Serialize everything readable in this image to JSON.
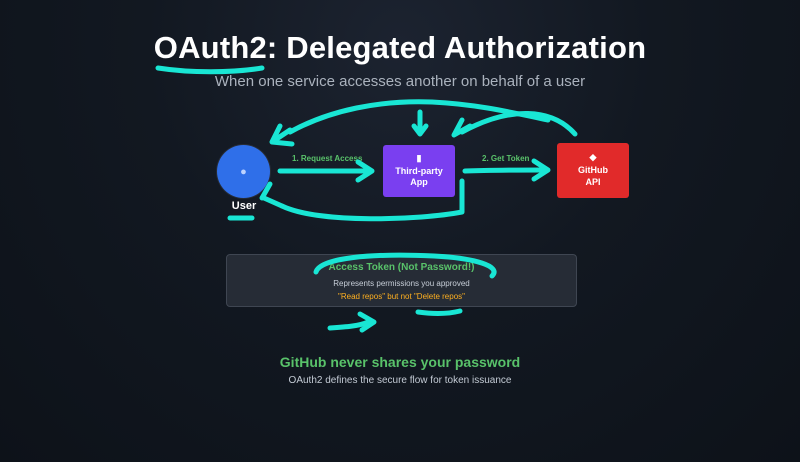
{
  "header": {
    "title": "OAuth2: Delegated Authorization",
    "subtitle": "When one service accesses another on behalf of a user"
  },
  "nodes": {
    "user": {
      "label": "User",
      "icon": "user-icon"
    },
    "app": {
      "line1": "Third-party",
      "line2": "App",
      "icon": "mobile-phone-icon"
    },
    "api": {
      "line1": "GitHub",
      "line2": "API",
      "icon": "lock-key-icon"
    }
  },
  "edges": {
    "request_access": "1. Request Access",
    "get_token": "2. Get Token"
  },
  "token_box": {
    "title": "Access Token (Not Password!)",
    "description": "Represents permissions you approved",
    "example": "\"Read repos\" but not \"Delete repos\""
  },
  "footer": {
    "title": "GitHub never shares your password",
    "subtitle": "OAuth2 defines the secure flow for token issuance"
  },
  "colors": {
    "background": "#121821",
    "user_node": "#2f6fe9",
    "app_node": "#7a3ff0",
    "api_node": "#e12a2a",
    "accent_green": "#59c26a",
    "highlight_orange": "#ffb020",
    "annotation_cyan": "#19e6d4"
  }
}
